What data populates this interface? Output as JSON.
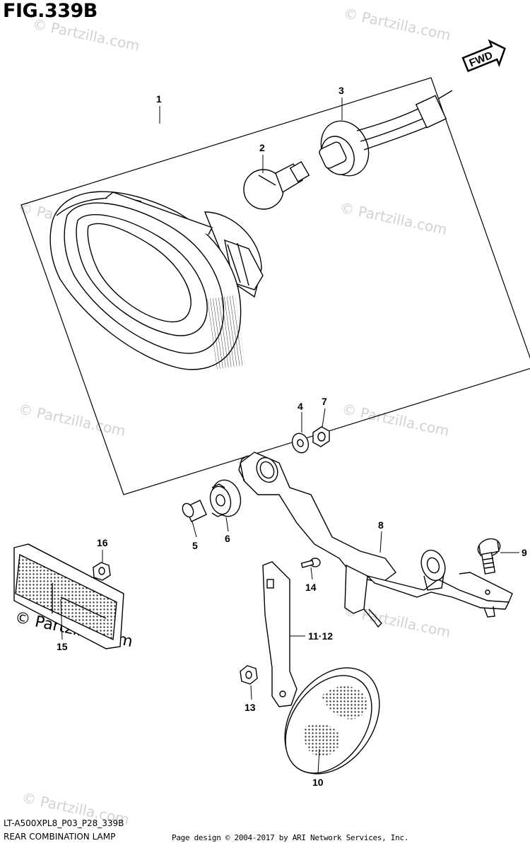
{
  "figure": {
    "title": "FIG.339B",
    "drawing_code": "LT-A500XPL8_P03_P28_339B",
    "caption": "REAR COMBINATION LAMP",
    "credit": "Page design © 2004-2017 by ARI Network Services, Inc.",
    "fwd_label": "FWD"
  },
  "watermark": {
    "text": "© Partzilla.com",
    "color": "#d2d2d2"
  },
  "callouts": [
    {
      "id": "1",
      "label": "1"
    },
    {
      "id": "2",
      "label": "2"
    },
    {
      "id": "3",
      "label": "3"
    },
    {
      "id": "4",
      "label": "4"
    },
    {
      "id": "5",
      "label": "5"
    },
    {
      "id": "6",
      "label": "6"
    },
    {
      "id": "7",
      "label": "7"
    },
    {
      "id": "8",
      "label": "8"
    },
    {
      "id": "9",
      "label": "9"
    },
    {
      "id": "10",
      "label": "10"
    },
    {
      "id": "11-12",
      "label": "11·12"
    },
    {
      "id": "13",
      "label": "13"
    },
    {
      "id": "14",
      "label": "14"
    },
    {
      "id": "15",
      "label": "15"
    },
    {
      "id": "16",
      "label": "16"
    }
  ]
}
